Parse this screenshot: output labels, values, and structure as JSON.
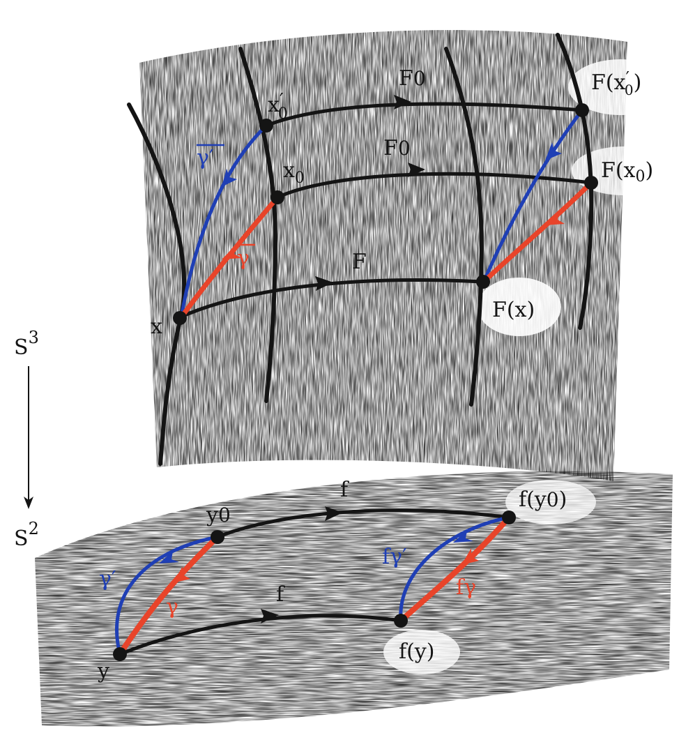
{
  "colors": {
    "ink": "#141414",
    "blue": "#1f3fb5",
    "red": "#e8442a",
    "yellow_shade": "#f3ec9a",
    "grey_shade": "#8c8c8c"
  },
  "labels": {
    "base_map_top": "S",
    "base_map_top_exp": "3",
    "base_map_bottom": "S",
    "base_map_bottom_exp": "2",
    "upper": {
      "x": "x",
      "x0": "x",
      "x0_sub": "0",
      "x0p": "x",
      "x0p_prime": "′",
      "x0p_sub": "0",
      "F0_top": "F",
      "F0_top_sub": "0",
      "F0_mid": "F",
      "F0_mid_sub": "0",
      "F": "F",
      "Fx": "F(x)",
      "Fx0_pre": "F(x",
      "Fx0_sub": "0",
      "Fx0_post": ")",
      "Fx0p_pre": "F(x",
      "Fx0p_prime": "′",
      "Fx0p_sub": "0",
      "Fx0p_post": ")",
      "gamma_bar": "γ",
      "gamma_bar_prime": "γ′"
    },
    "lower": {
      "y": "y",
      "y0": "y",
      "y0_sub": "0",
      "f_top": "f",
      "f_bottom": "f",
      "fy": "f(y)",
      "fy0_pre": "f(y",
      "fy0_sub": "0",
      "fy0_post": ")",
      "gamma": "γ",
      "gamma_prime": "γ′",
      "f_gamma": "fγ",
      "f_gamma_prime": "fγ′"
    }
  },
  "icons": {
    "map_arrow": "down-arrow-icon",
    "curve_arrowhead": "arrowhead-icon"
  }
}
